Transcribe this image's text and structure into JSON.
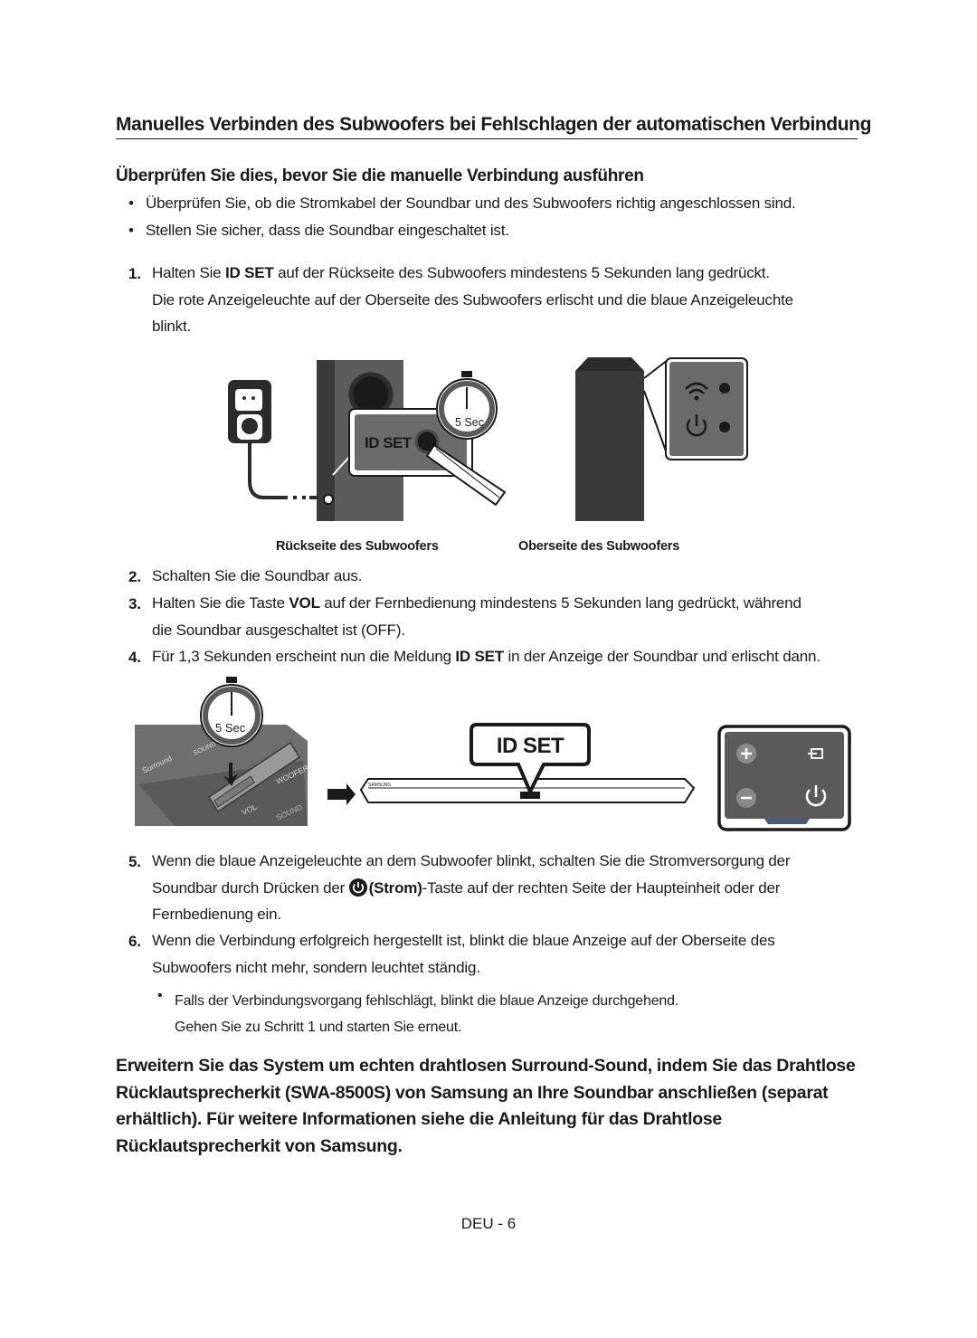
{
  "heading_main": "Manuelles Verbinden des Subwoofers bei Fehlschlagen der automatischen Verbindung",
  "heading_sub": "Überprüfen Sie dies, bevor Sie die manuelle Verbindung ausführen",
  "bullets": [
    "Überprüfen Sie, ob die Stromkabel der Soundbar und des Subwoofers richtig angeschlossen sind.",
    "Stellen Sie sicher, dass die Soundbar eingeschaltet ist."
  ],
  "bullet_symbol": "•",
  "steps": {
    "s1": {
      "num": "1.",
      "pre": "Halten Sie ",
      "bold": "ID SET",
      "post": " auf der Rückseite des Subwoofers mindestens 5 Sekunden lang gedrückt.",
      "line2": "Die rote Anzeigeleuchte auf der Oberseite des Subwoofers erlischt und die blaue Anzeigeleuchte",
      "line3": "blinkt."
    },
    "s2": {
      "num": "2.",
      "text": "Schalten Sie die Soundbar aus."
    },
    "s3": {
      "num": "3.",
      "pre": "Halten Sie die Taste ",
      "bold": "VOL",
      "post": " auf der Fernbedienung mindestens 5 Sekunden lang gedrückt, während",
      "line2": "die Soundbar ausgeschaltet ist (OFF)."
    },
    "s4": {
      "num": "4.",
      "pre": "Für 1,3 Sekunden erscheint nun die Meldung ",
      "bold": "ID SET",
      "post": " in der Anzeige der Soundbar und erlischt dann."
    },
    "s5": {
      "num": "5.",
      "line1": "Wenn die blaue Anzeigeleuchte an dem Subwoofer blinkt, schalten Sie die Stromversorgung der",
      "pre2": "Soundbar durch Drücken der ",
      "bold2": "(Strom)",
      "post2": "-Taste auf der rechten Seite der Haupteinheit oder der",
      "line3": "Fernbedienung ein."
    },
    "s6": {
      "num": "6.",
      "line1": "Wenn die Verbindung erfolgreich hergestellt ist, blinkt die blaue Anzeige auf der Oberseite des",
      "line2": "Subwoofers nicht mehr, sondern leuchtet ständig.",
      "sub_line1": "Falls der Verbindungsvorgang fehlschlägt, blinkt die blaue Anzeige durchgehend.",
      "sub_line2": "Gehen Sie zu Schritt 1 und starten Sie erneut."
    }
  },
  "figure1": {
    "timer_label": "5 Sec",
    "button_label": "ID SET",
    "caption_back": "Rückseite des Subwoofers",
    "caption_top": "Oberseite des Subwoofers"
  },
  "figure2": {
    "timer_label": "5 Sec",
    "remote_labels": [
      "Surround",
      "SOUND MODE",
      "WOOFER",
      "VOL",
      "SOUND"
    ],
    "display_label": "ID SET",
    "brand_label": "SAMSUNG"
  },
  "closing": "Erweitern Sie das System um echten drahtlosen Surround-Sound, indem Sie das Drahtlose Rücklautsprecherkit (SWA-8500S) von Samsung an Ihre Soundbar anschließen (separat erhältlich). Für weitere Informationen siehe die Anleitung für das Drahtlose Rücklautsprecherkit von Samsung.",
  "page_number": "DEU - 6",
  "colors": {
    "text": "#1a1a1a",
    "device_dark": "#3a3a3a",
    "device_mid": "#5a5a5a",
    "panel_grey": "#6b6b6b",
    "white": "#ffffff"
  }
}
